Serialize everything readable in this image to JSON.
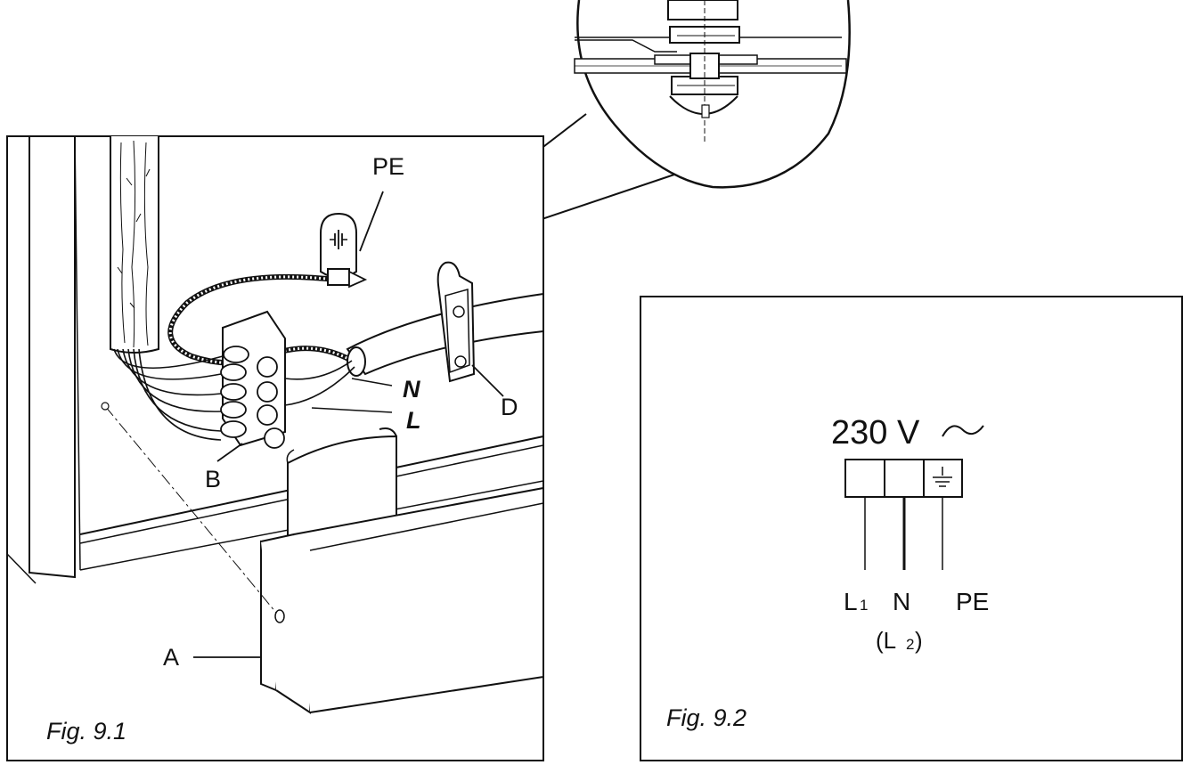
{
  "figure_9_1": {
    "caption": "Fig. 9.1",
    "labels": {
      "pe": "PE",
      "n": "N",
      "l": "L",
      "d": "D",
      "b": "B",
      "a": "A"
    }
  },
  "figure_9_2": {
    "caption": "Fig. 9.2",
    "voltage": "230 V",
    "ac_symbol": "~",
    "terminal_l1": "L",
    "terminal_l1_sub": "1",
    "terminal_n": "N",
    "terminal_l2": "(L",
    "terminal_l2_sub": "2",
    "terminal_l2_close": ")",
    "terminal_pe": "PE"
  },
  "icons": {
    "earth_tag": "earth-ground-icon",
    "terminal_earth": "earth-ground-icon"
  }
}
